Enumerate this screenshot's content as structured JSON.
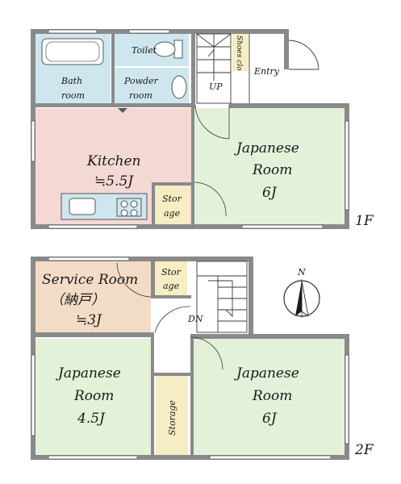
{
  "floor1": {
    "label": "1F",
    "toilet": "Toilet",
    "shoes_closet": "Shoes clo",
    "entry": "Entry",
    "bath_line1": "Bath",
    "bath_line2": "room",
    "powder_line1": "Powder",
    "powder_line2": "room",
    "up": "UP",
    "kitchen_line1": "Kitchen",
    "kitchen_line2": "≒5.5J",
    "storage_line1": "Stor",
    "storage_line2": "age",
    "japanese_line1": "Japanese",
    "japanese_line2": "Room",
    "japanese_line3": "6J"
  },
  "floor2": {
    "label": "2F",
    "service_line1": "Service Room",
    "service_line2": "（納戸）",
    "service_line3": "≒3J",
    "storage_line1": "Stor",
    "storage_line2": "age",
    "dn": "DN",
    "north": "N",
    "left_line1": "Japanese",
    "left_line2": "Room",
    "left_line3": "4.5J",
    "storage_vertical": "Storage",
    "right_line1": "Japanese",
    "right_line2": "Room",
    "right_line3": "6J"
  },
  "colors": {
    "bath": "#cfe6ee",
    "kitchen": "#f3d8d4",
    "japanese": "#e3f1d9",
    "storage": "#f6edc4",
    "service": "#f3dcc5",
    "wall": "#8a8a8a"
  }
}
